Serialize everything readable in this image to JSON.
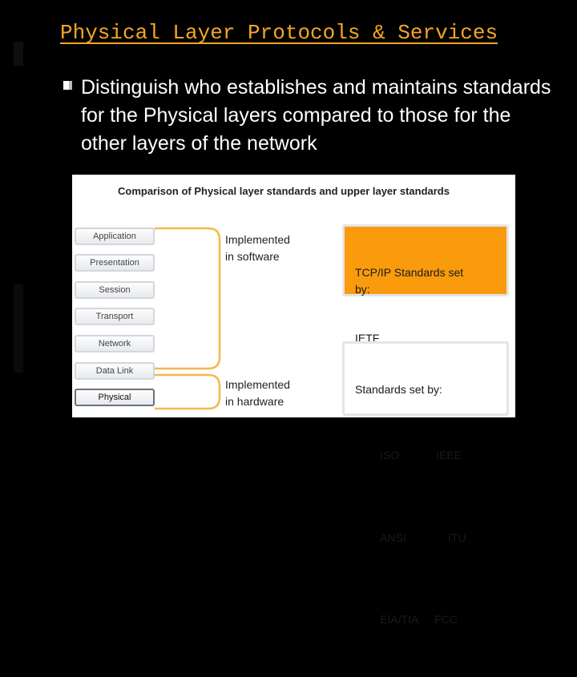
{
  "slide": {
    "title": "Physical Layer Protocols & Services",
    "bullet": "Distinguish who establishes and maintains standards for the Physical layers compared to those for the other layers of the network"
  },
  "figure": {
    "title": "Comparison of Physical layer standards and upper layer standards",
    "layers": [
      "Application",
      "Presentation",
      "Session",
      "Transport",
      "Network",
      "Data Link",
      "Physical"
    ],
    "software_label": "Implemented\nin software",
    "hardware_label": "Implemented\nin hardware",
    "upper_box": {
      "title": "TCP/IP Standards set\nby:",
      "body": "IETF"
    },
    "lower_box": {
      "title": "Standards set by:",
      "rows": [
        [
          "ISO",
          "IEEE"
        ],
        [
          "ANSI",
          "ITU"
        ],
        [
          "EIA/TIA",
          "FCC"
        ]
      ]
    },
    "colors": {
      "title": "#f5a623",
      "orange_box": "#f99b0c",
      "bracket": "#f5b84a"
    }
  }
}
